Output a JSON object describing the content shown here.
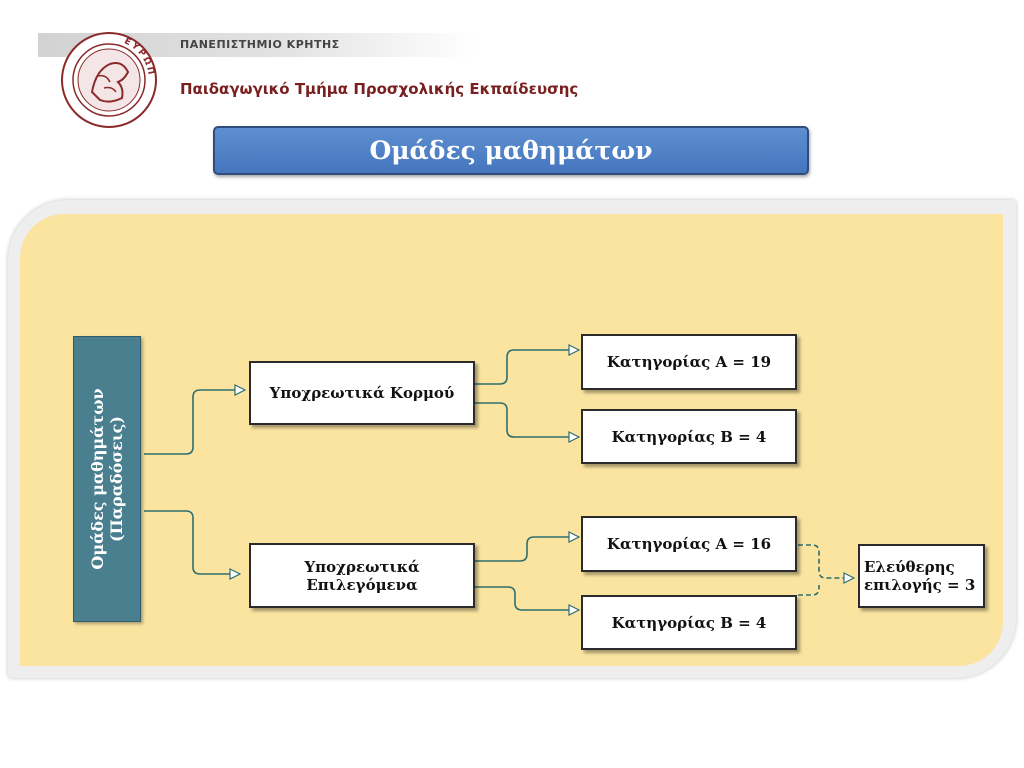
{
  "header": {
    "university": "ΠΑΝΕΠΙΣΤΗΜΙΟ ΚΡΗΤΗΣ",
    "department": "Παιδαγωγικό Τμήμα  Προσχολικής Εκπαίδευσης",
    "seal_text": "ΕΥΡΩΠΗ"
  },
  "title": "Ομάδες μαθημάτων",
  "diagram": {
    "root": {
      "line1": "Ομάδες μαθημάτων",
      "line2": "(Παραδόσεις)"
    },
    "core": {
      "label": "Υποχρεωτικά Κορμού"
    },
    "elective": {
      "line1": "Υποχρεωτικά",
      "line2": "Επιλεγόμενα"
    },
    "core_a": {
      "label": "Κατηγορίας Α = 19"
    },
    "core_b": {
      "label": "Κατηγορίας Β = 4"
    },
    "elective_a": {
      "label": "Κατηγορίας Α = 16"
    },
    "elective_b": {
      "label": "Κατηγορίας Β = 4"
    },
    "free": {
      "line1": "Ελεύθερης",
      "line2": "επιλογής = 3"
    }
  },
  "colors": {
    "title_fill": "#4a7bc4",
    "panel_fill": "#fbe4a0",
    "root_fill": "#4a7f8f",
    "connector": "#2e6e6e"
  }
}
